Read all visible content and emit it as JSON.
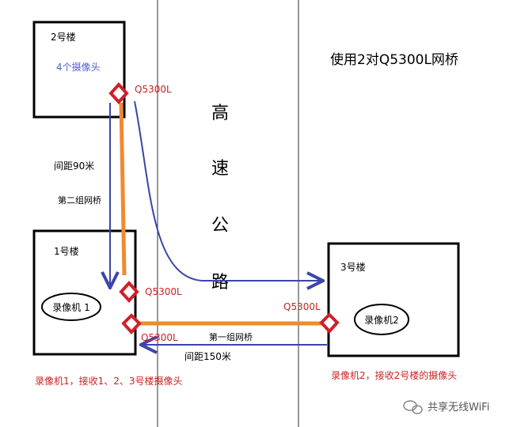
{
  "title": "使用2对Q5300L网桥",
  "highway": [
    "高",
    "速",
    "公",
    "路"
  ],
  "buildings": {
    "b2": {
      "label": "2号楼",
      "cameras": "4个摄像头"
    },
    "b1": {
      "label": "1号楼",
      "recorder": "录像机 1"
    },
    "b3": {
      "label": "3号楼",
      "recorder": "录像机2"
    }
  },
  "bridges": {
    "b2_top": "Q5300L",
    "b1_top": "Q5300L",
    "b3": "Q5300L",
    "b1_bottom": "Q5300L"
  },
  "links": {
    "vertical_distance": "间距90米",
    "second_group": "第二组网桥",
    "first_group": "第一组网桥",
    "horizontal_distance": "间距150米"
  },
  "captions": {
    "recorder1": "录像机1，接收1、2、3号楼摄像头",
    "recorder2": "录像机2，接收2号楼的摄像头"
  },
  "watermark": "共享无线WiFi",
  "colors": {
    "box": "#000000",
    "bridge": "#d0202a",
    "bridge_text": "#cc2222",
    "caption": "#cc2222",
    "camera_text": "#5560c8",
    "link_orange": "#f08a30",
    "arrow_blue": "#3a46a8",
    "road_line": "#333333"
  }
}
